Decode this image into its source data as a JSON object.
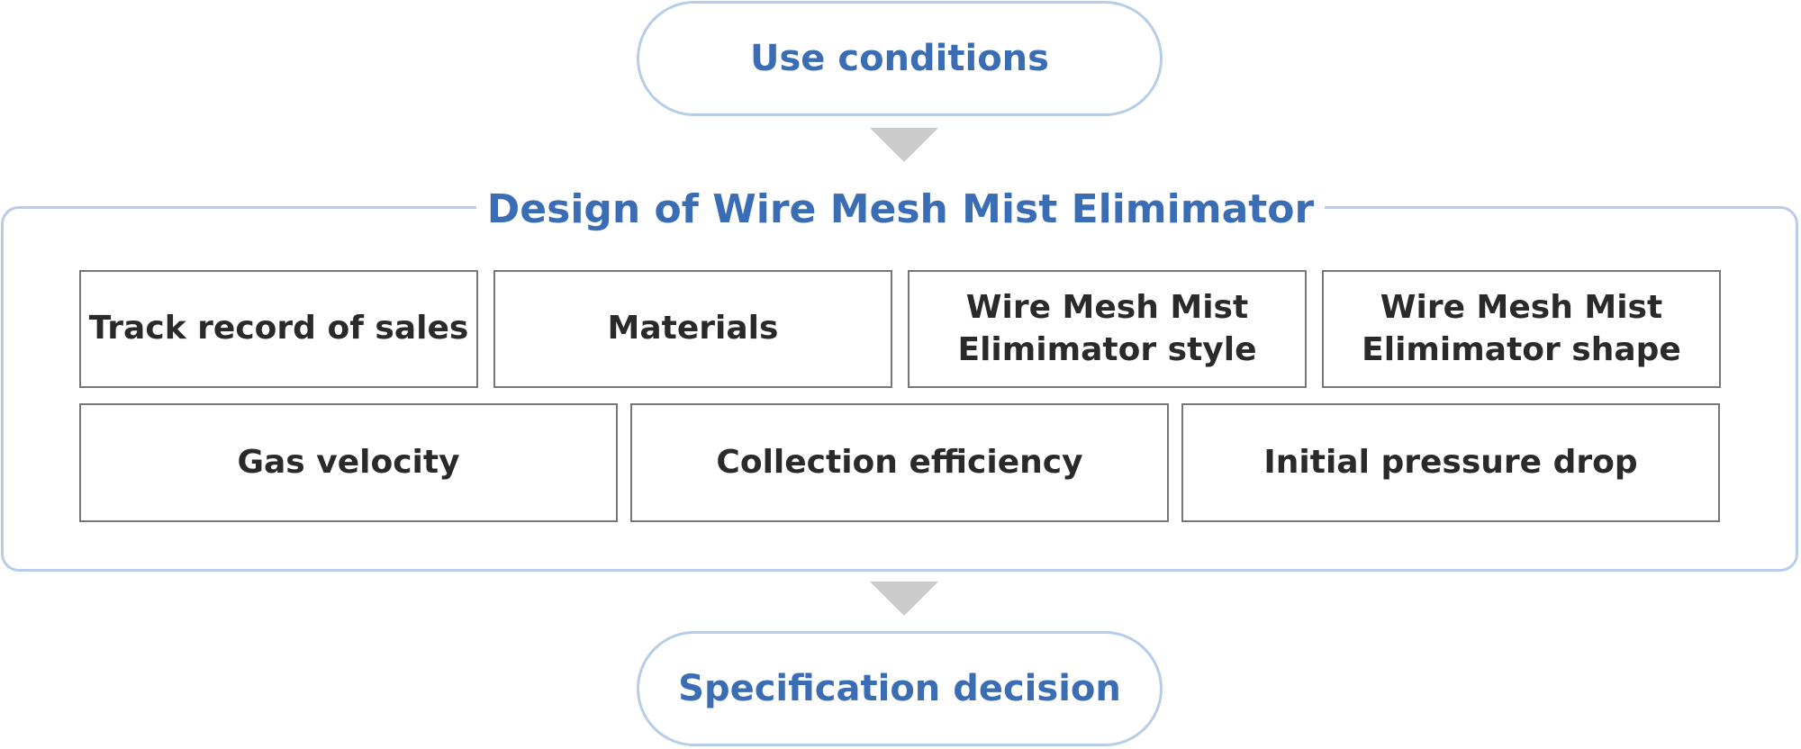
{
  "start": {
    "label": "Use conditions"
  },
  "design": {
    "title": "Design of Wire Mesh Mist Elimimator",
    "row1": [
      "Track record of sales",
      "Materials",
      "Wire Mesh Mist\nElimimator style",
      "Wire Mesh Mist\nElimimator shape"
    ],
    "row2": [
      "Gas velocity",
      "Collection efficiency",
      "Initial pressure drop"
    ]
  },
  "end": {
    "label": "Specification decision"
  },
  "colors": {
    "accent": "#3b6db5",
    "border_light": "#b6cde9",
    "box_border": "#777777",
    "arrow": "#cccccc",
    "text": "#2a2a2a"
  }
}
